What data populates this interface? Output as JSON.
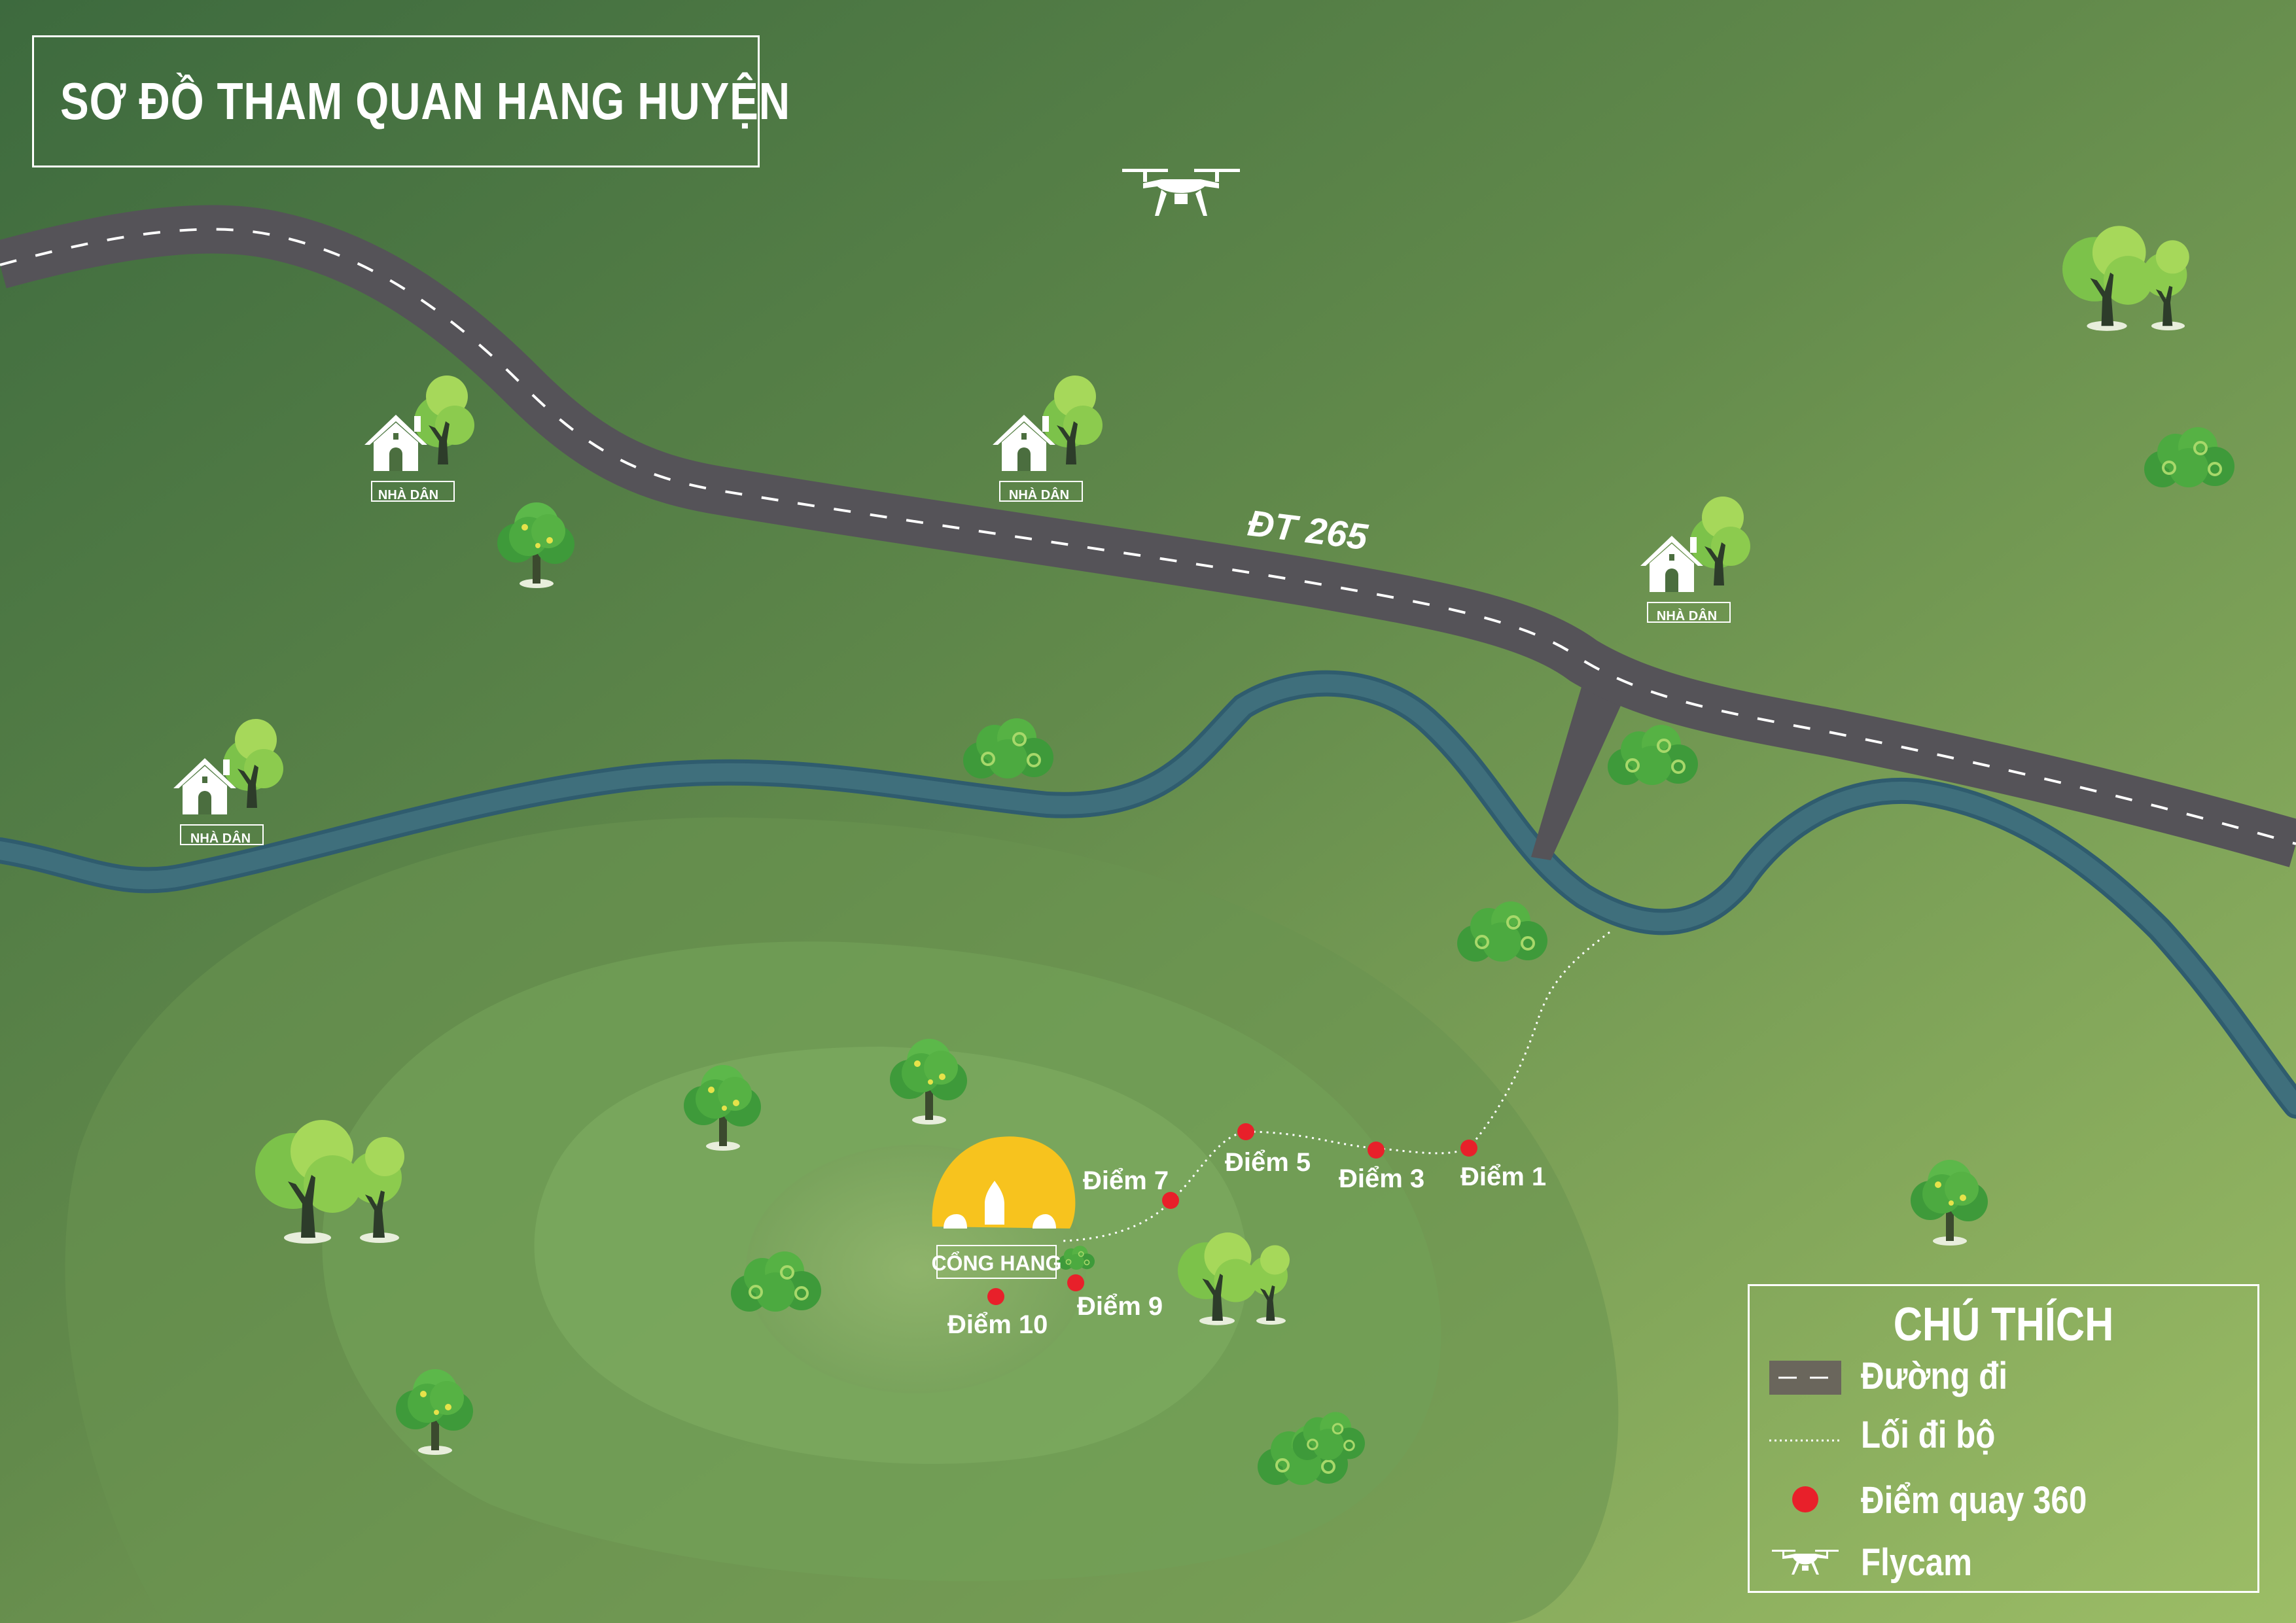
{
  "title": "SƠ ĐỒ THAM QUAN HANG HUYỆN",
  "road": {
    "label": "ĐT 265"
  },
  "houses": [
    {
      "label": "NHÀ DÂN"
    },
    {
      "label": "NHÀ DÂN"
    },
    {
      "label": "NHÀ DÂN"
    },
    {
      "label": "NHÀ DÂN"
    }
  ],
  "cave": {
    "label": "CỔNG HANG"
  },
  "points": [
    {
      "label": "Điểm 1"
    },
    {
      "label": "Điểm 3"
    },
    {
      "label": "Điểm 5"
    },
    {
      "label": "Điểm 7"
    },
    {
      "label": "Điểm 9"
    },
    {
      "label": "Điểm 10"
    }
  ],
  "legend": {
    "title": "CHÚ THÍCH",
    "items": [
      {
        "label": "Đường đi",
        "icon": "road-icon"
      },
      {
        "label": "Lối đi bộ",
        "icon": "footpath-icon"
      },
      {
        "label": "Điểm quay 360",
        "icon": "red-dot-icon"
      },
      {
        "label": "Flycam",
        "icon": "drone-icon"
      }
    ]
  },
  "colors": {
    "road": "#555358",
    "river": "#3f6f7c",
    "river_edge": "#2f5c6e",
    "marker": "#e8202a",
    "cave": "#f7c31e",
    "text": "#ffffff"
  }
}
